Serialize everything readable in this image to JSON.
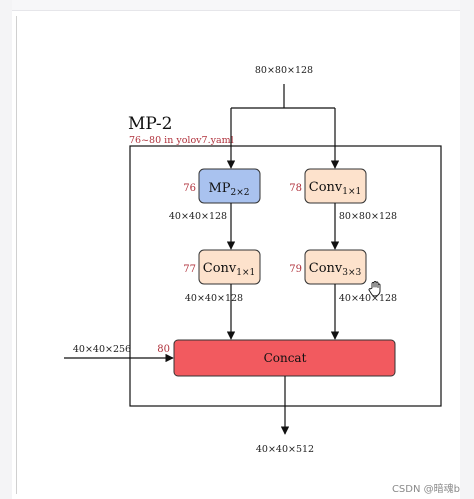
{
  "module": {
    "title": "MP-2",
    "subtitle": "76~80 in yolov7.yaml"
  },
  "input_dim": "80×80×128",
  "side_input_dim": "40×40×256",
  "output_dim": "40×40×512",
  "nodes": {
    "mp": {
      "id": "76",
      "label": "MP",
      "sub": "2×2",
      "out_dim": "40×40×128"
    },
    "conv_a": {
      "id": "77",
      "label": "Conv",
      "sub": "1×1",
      "out_dim": "40×40×128"
    },
    "conv_b": {
      "id": "78",
      "label": "Conv",
      "sub": "1×1",
      "out_dim": "80×80×128"
    },
    "conv_c": {
      "id": "79",
      "label": "Conv",
      "sub": "3×3",
      "out_dim": "40×40×128"
    },
    "concat": {
      "id": "80",
      "label": "Concat"
    }
  },
  "colors": {
    "mp_fill": "#a9c2ef",
    "conv_fill": "#fde2cc",
    "concat_fill": "#f25a5f",
    "id_red": "#b0323c"
  },
  "watermark": "CSDN @暗魂b"
}
